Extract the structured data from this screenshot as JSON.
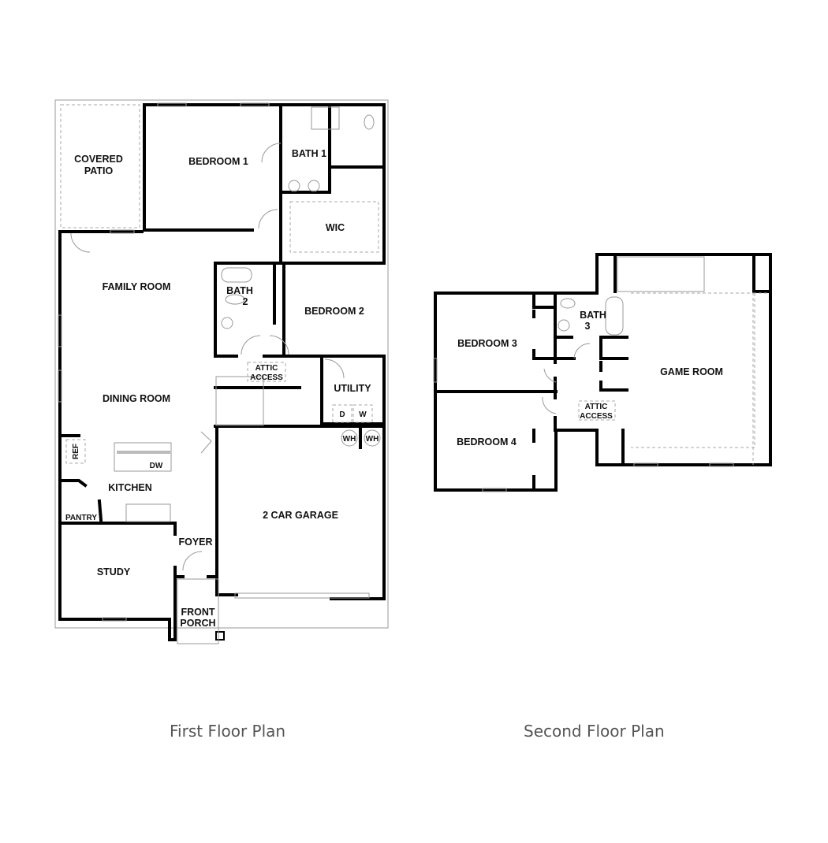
{
  "first_floor": {
    "caption": "First Floor Plan",
    "rooms": {
      "covered_patio_1": "COVERED",
      "covered_patio_2": "PATIO",
      "bedroom1": "BEDROOM 1",
      "bath1": "BATH 1",
      "wic": "WIC",
      "family_room": "FAMILY ROOM",
      "bath2_1": "BATH",
      "bath2_2": "2",
      "bedroom2": "BEDROOM 2",
      "attic_1": "ATTIC",
      "attic_2": "ACCESS",
      "utility": "UTILITY",
      "dryer": "D",
      "washer": "W",
      "dining_room": "DINING ROOM",
      "ref": "REF",
      "dw": "DW",
      "wh1": "WH",
      "wh2": "WH",
      "kitchen": "KITCHEN",
      "pantry": "PANTRY",
      "garage": "2 CAR GARAGE",
      "foyer": "FOYER",
      "study": "STUDY",
      "porch_1": "FRONT",
      "porch_2": "PORCH"
    }
  },
  "second_floor": {
    "caption": "Second Floor Plan",
    "rooms": {
      "bedroom3": "BEDROOM 3",
      "bath3_1": "BATH",
      "bath3_2": "3",
      "game_room": "GAME ROOM",
      "attic_1": "ATTIC",
      "attic_2": "ACCESS",
      "bedroom4": "BEDROOM 4"
    }
  }
}
